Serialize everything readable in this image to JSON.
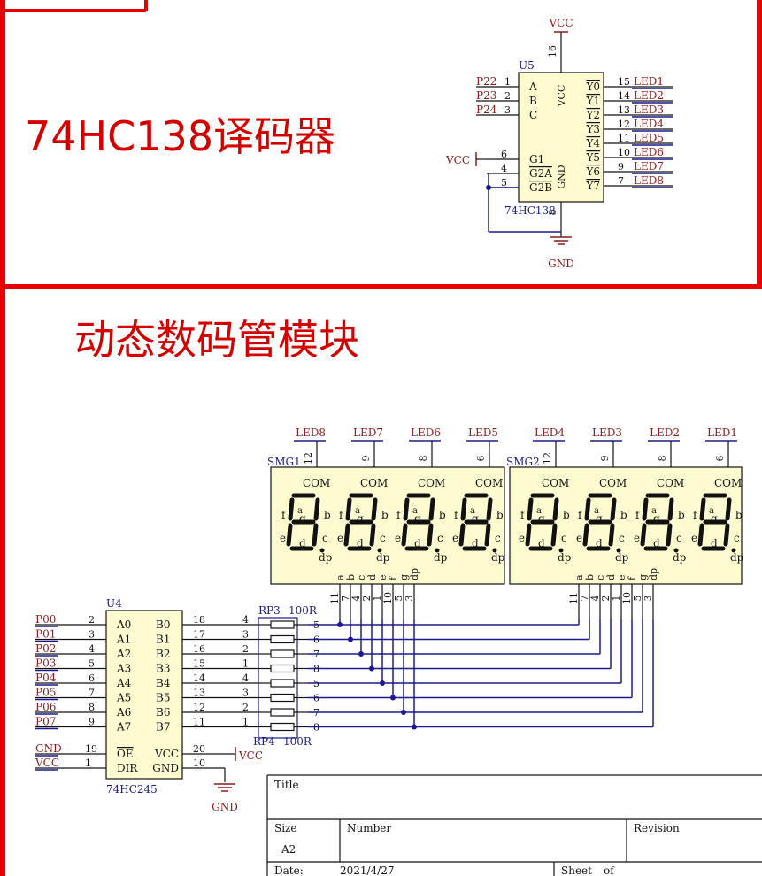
{
  "section1_title": "74HC138译码器",
  "section2_title": "动态数码管模块",
  "decoder": {
    "ref": "U5",
    "part": "74HC138",
    "vcc_label": "VCC",
    "gnd_label": "GND",
    "vcc_pin": "16",
    "gnd_pin": "8",
    "vcc_inside": "VCC",
    "gnd_inside": "GND",
    "inputs": [
      {
        "net": "P22",
        "pin": "1",
        "name": "A"
      },
      {
        "net": "P23",
        "pin": "2",
        "name": "B"
      },
      {
        "net": "P24",
        "pin": "3",
        "name": "C"
      }
    ],
    "enables": [
      {
        "pin": "6",
        "name": "G1"
      },
      {
        "pin": "4",
        "name": "G2A"
      },
      {
        "pin": "5",
        "name": "G2B"
      }
    ],
    "enable_net": "VCC",
    "outputs": [
      {
        "name": "Y0",
        "pin": "15",
        "net": "LED1"
      },
      {
        "name": "Y1",
        "pin": "14",
        "net": "LED2"
      },
      {
        "name": "Y2",
        "pin": "13",
        "net": "LED3"
      },
      {
        "name": "Y3",
        "pin": "12",
        "net": "LED4"
      },
      {
        "name": "Y4",
        "pin": "11",
        "net": "LED5"
      },
      {
        "name": "Y5",
        "pin": "10",
        "net": "LED6"
      },
      {
        "name": "Y6",
        "pin": "9",
        "net": "LED7"
      },
      {
        "name": "Y7",
        "pin": "7",
        "net": "LED8"
      }
    ]
  },
  "displays": [
    {
      "ref": "SMG1",
      "digits": [
        {
          "net": "LED8",
          "pin": "12"
        },
        {
          "net": "LED7",
          "pin": "9"
        },
        {
          "net": "LED6",
          "pin": "8"
        },
        {
          "net": "LED5",
          "pin": "6"
        }
      ]
    },
    {
      "ref": "SMG2",
      "digits": [
        {
          "net": "LED4",
          "pin": "12"
        },
        {
          "net": "LED3",
          "pin": "9"
        },
        {
          "net": "LED2",
          "pin": "8"
        },
        {
          "net": "LED1",
          "pin": "6"
        }
      ]
    }
  ],
  "segment_labels": {
    "com": "COM",
    "a": "a",
    "b": "b",
    "c": "c",
    "d": "d",
    "e": "e",
    "f": "f",
    "g": "g",
    "dp": "dp"
  },
  "bottom_pins": [
    {
      "seg": "a",
      "pin": "11"
    },
    {
      "seg": "b",
      "pin": "7"
    },
    {
      "seg": "c",
      "pin": "4"
    },
    {
      "seg": "d",
      "pin": "2"
    },
    {
      "seg": "e",
      "pin": "1"
    },
    {
      "seg": "f",
      "pin": "10"
    },
    {
      "seg": "g",
      "pin": "5"
    },
    {
      "seg": "dp",
      "pin": "3"
    }
  ],
  "buffer": {
    "ref": "U4",
    "part": "74HC245",
    "rows": [
      {
        "net": "P00",
        "ap": "2",
        "a": "A0",
        "b": "B0",
        "bp": "18",
        "rp": "4"
      },
      {
        "net": "P01",
        "ap": "3",
        "a": "A1",
        "b": "B1",
        "bp": "17",
        "rp": "3"
      },
      {
        "net": "P02",
        "ap": "4",
        "a": "A2",
        "b": "B2",
        "bp": "16",
        "rp": "2"
      },
      {
        "net": "P03",
        "ap": "5",
        "a": "A3",
        "b": "B3",
        "bp": "15",
        "rp": "1"
      },
      {
        "net": "P04",
        "ap": "6",
        "a": "A4",
        "b": "B4",
        "bp": "14",
        "rp": "4"
      },
      {
        "net": "P05",
        "ap": "7",
        "a": "A5",
        "b": "B5",
        "bp": "13",
        "rp": "3"
      },
      {
        "net": "P06",
        "ap": "8",
        "a": "A6",
        "b": "B6",
        "bp": "12",
        "rp": "2"
      },
      {
        "net": "P07",
        "ap": "9",
        "a": "A7",
        "b": "B7",
        "bp": "11",
        "rp": "1"
      }
    ],
    "ctrl": [
      {
        "net": "GND",
        "pin": "19",
        "name": "OE"
      },
      {
        "net": "VCC",
        "pin": "1",
        "name": "DIR"
      }
    ],
    "vcc_name": "VCC",
    "vcc_pin": "20",
    "vcc_net": "VCC",
    "gnd_name": "GND",
    "gnd_pin": "10",
    "gnd_net": "GND"
  },
  "resistor_packs": [
    {
      "ref": "RP3",
      "value": "100R"
    },
    {
      "ref": "RP4",
      "value": "100R"
    }
  ],
  "rp_right_pins": [
    "5",
    "6",
    "7",
    "8",
    "5",
    "6",
    "7",
    "8"
  ],
  "title_block": {
    "title": "Title",
    "size": "Size",
    "size_val": "A2",
    "number": "Number",
    "revision": "Revision",
    "date": "Date:",
    "date_val": "2021/4/27",
    "sheet": "Sheet",
    "of": "of"
  }
}
